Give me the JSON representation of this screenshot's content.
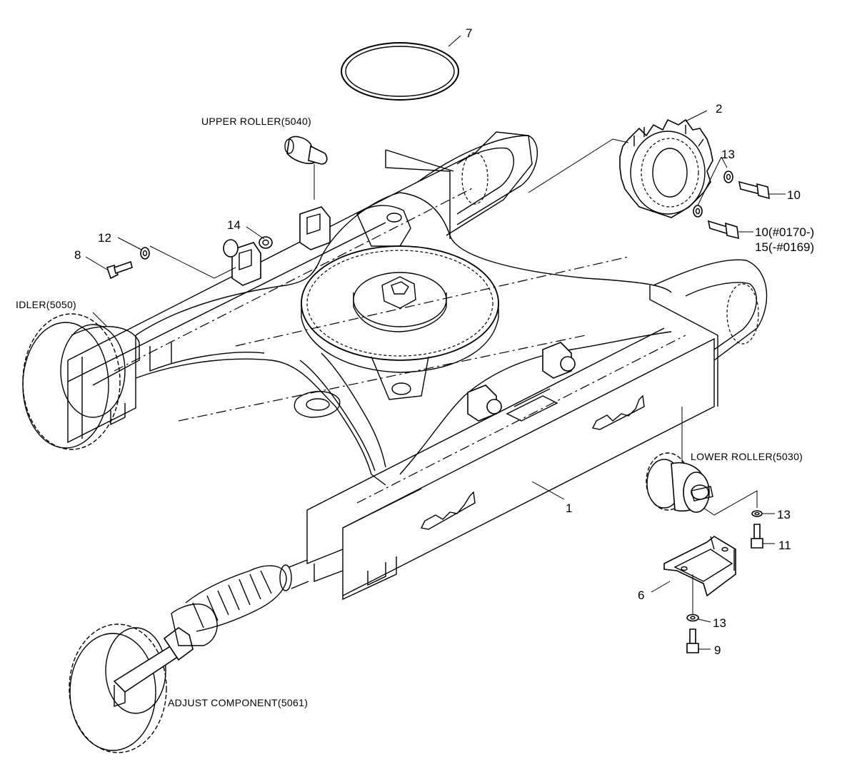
{
  "captions": {
    "upper_roller": "UPPER ROLLER(5040)",
    "idler": "IDLER(5050)",
    "lower_roller": "LOWER ROLLER(5030)",
    "adjust_component": "ADJUST COMPONENT(5061)"
  },
  "callouts": {
    "c1": "1",
    "c2": "2",
    "c6": "6",
    "c7": "7",
    "c8": "8",
    "c9": "9",
    "c10a": "10",
    "c10b": "10(#0170-)",
    "c15": "15(-#0169)",
    "c11": "11",
    "c12": "12",
    "c13a": "13",
    "c13b": "13",
    "c13c": "13",
    "c14": "14"
  }
}
